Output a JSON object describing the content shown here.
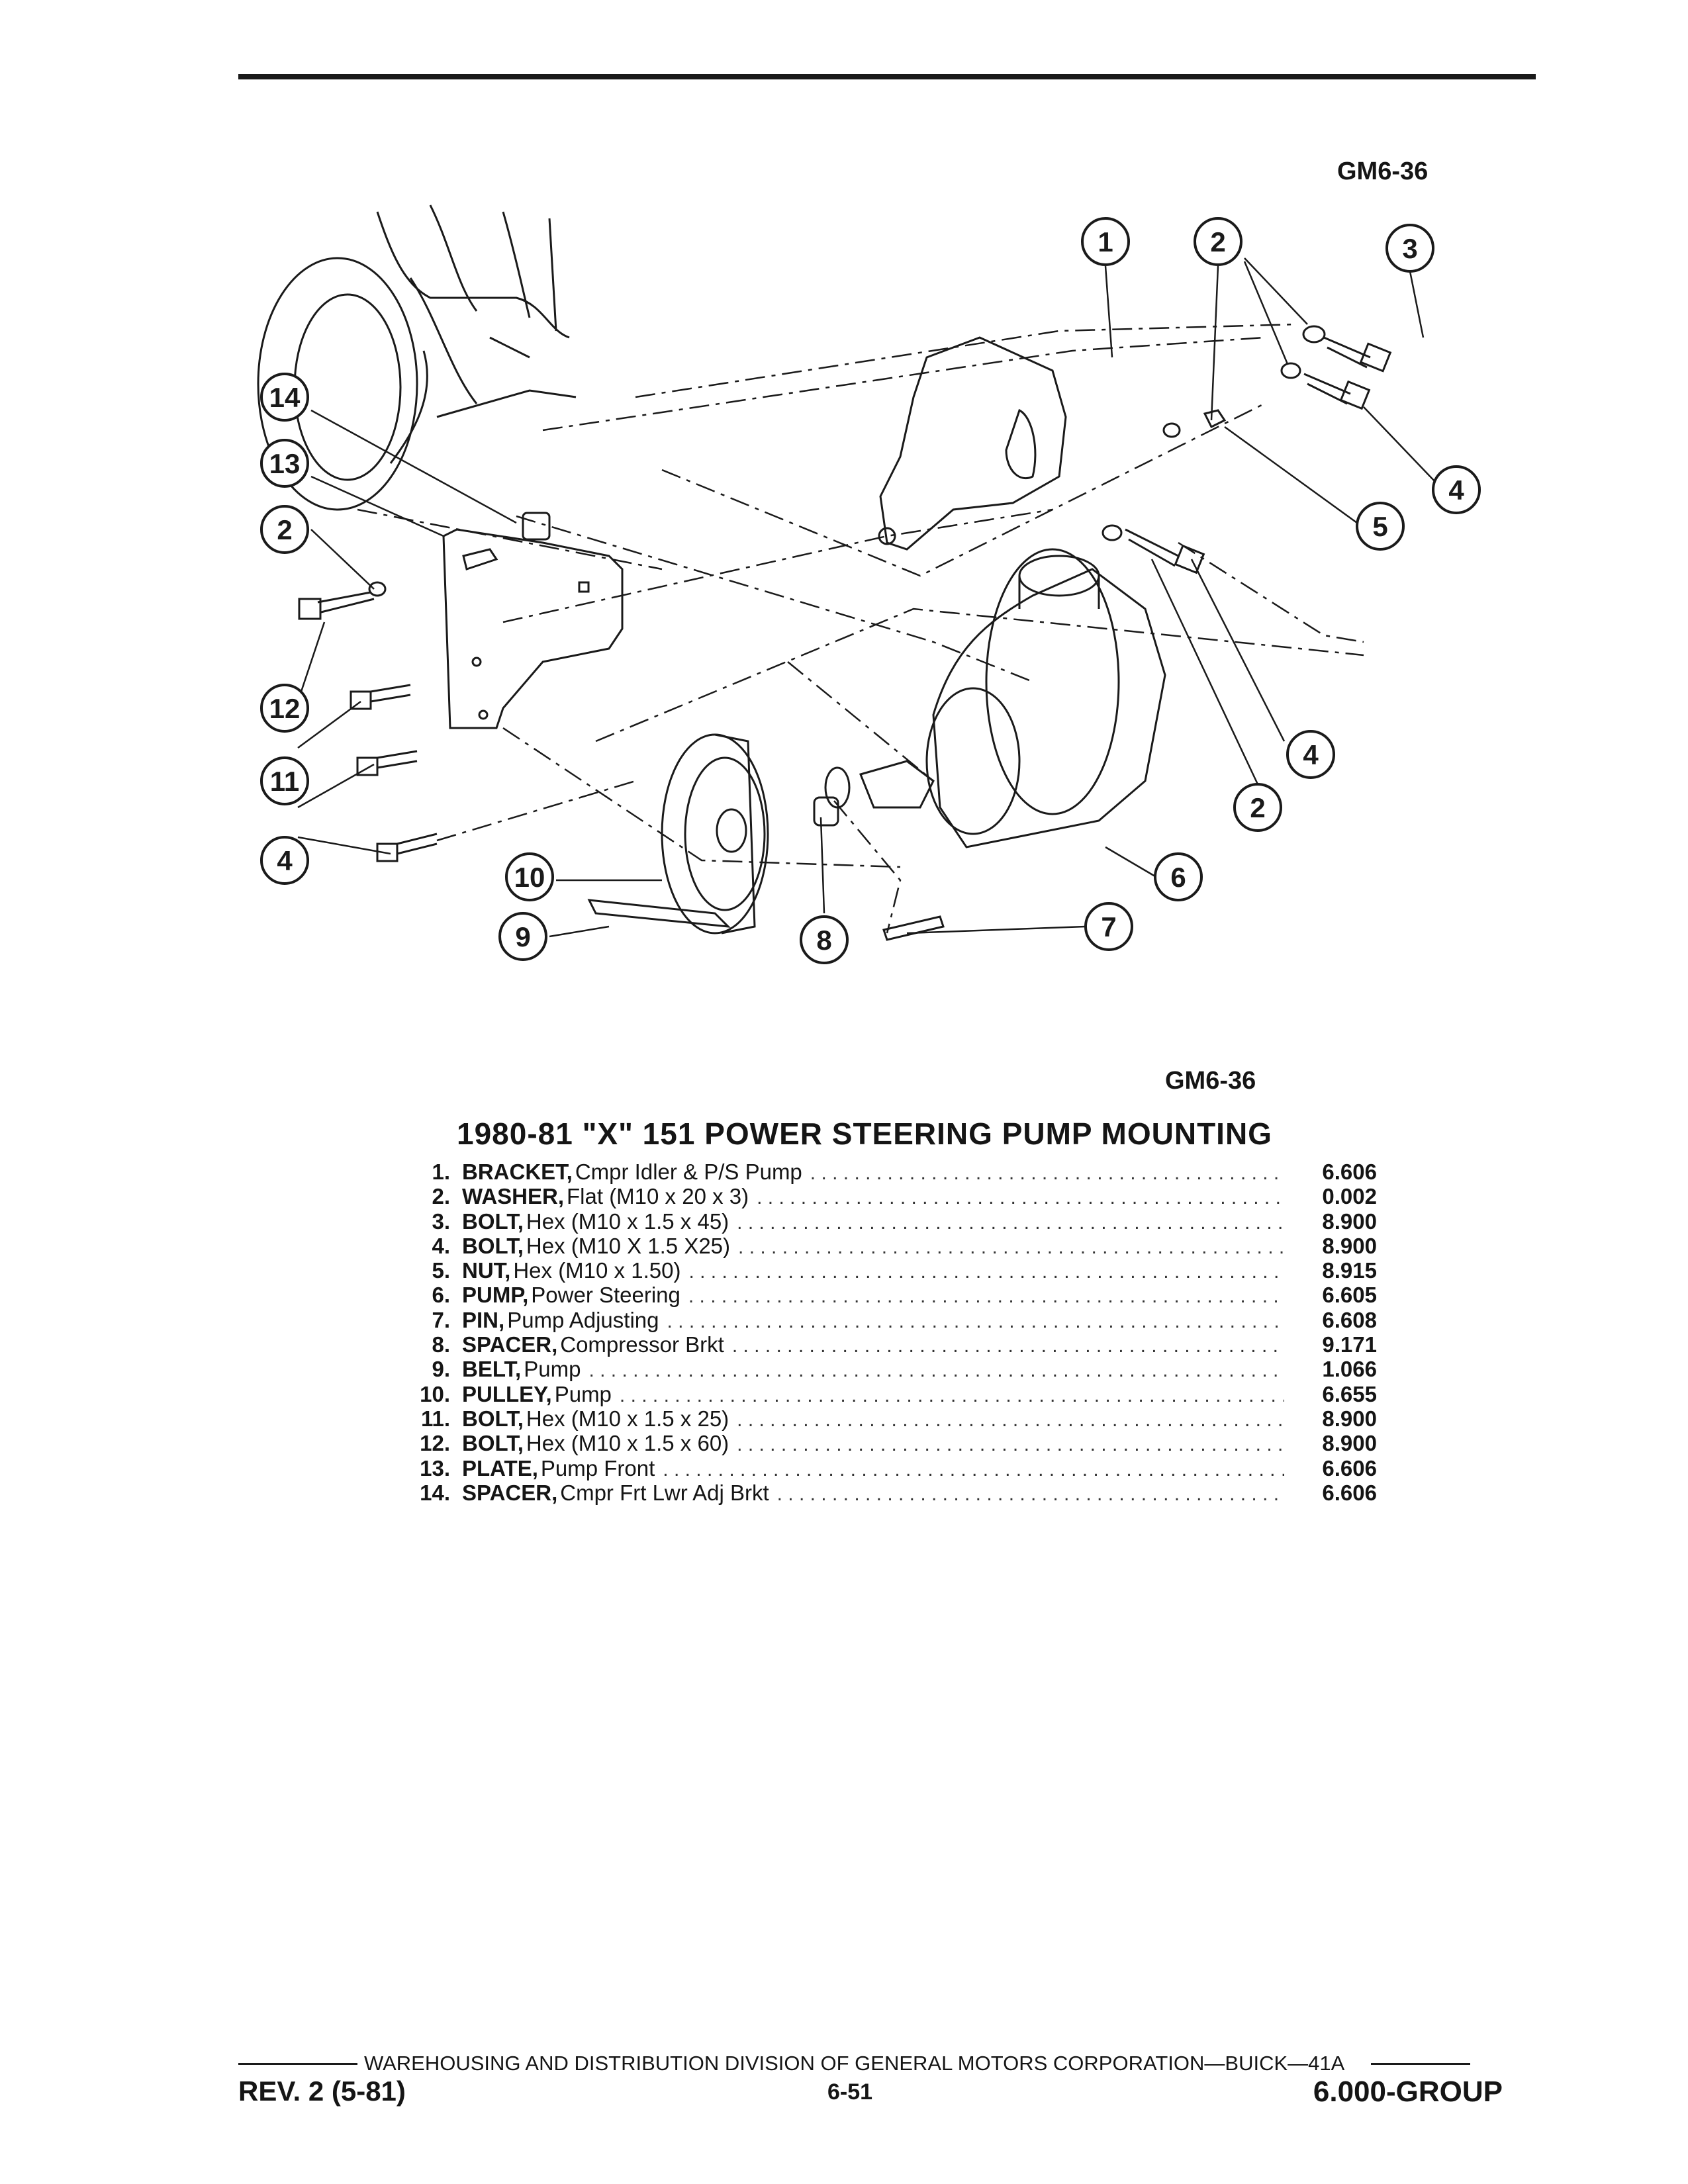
{
  "figure_code_top": "GM6-36",
  "figure_code_bottom": "GM6-36",
  "title": "1980-81 \"X\" 151 POWER STEERING PUMP MOUNTING",
  "callouts": [
    "1",
    "2",
    "3",
    "4",
    "5",
    "14",
    "13",
    "2",
    "12",
    "11",
    "4",
    "10",
    "9",
    "8",
    "7",
    "6",
    "2",
    "4"
  ],
  "parts": [
    {
      "num": "1.",
      "name": "BRACKET,",
      "desc": "Cmpr Idler & P/S Pump",
      "code": "6.606"
    },
    {
      "num": "2.",
      "name": "WASHER,",
      "desc": "Flat (M10 x 20 x 3)",
      "code": "0.002"
    },
    {
      "num": "3.",
      "name": "BOLT,",
      "desc": "Hex (M10 x 1.5 x 45)",
      "code": "8.900"
    },
    {
      "num": "4.",
      "name": "BOLT,",
      "desc": "Hex (M10 X 1.5 X25)",
      "code": "8.900"
    },
    {
      "num": "5.",
      "name": "NUT,",
      "desc": "Hex (M10 x 1.50)",
      "code": "8.915"
    },
    {
      "num": "6.",
      "name": "PUMP,",
      "desc": "Power Steering",
      "code": "6.605"
    },
    {
      "num": "7.",
      "name": "PIN,",
      "desc": "Pump Adjusting",
      "code": "6.608"
    },
    {
      "num": "8.",
      "name": "SPACER,",
      "desc": "Compressor Brkt",
      "code": "9.171"
    },
    {
      "num": "9.",
      "name": "BELT,",
      "desc": "Pump",
      "code": "1.066"
    },
    {
      "num": "10.",
      "name": "PULLEY,",
      "desc": "Pump",
      "code": "6.655"
    },
    {
      "num": "11.",
      "name": "BOLT,",
      "desc": "Hex (M10 x 1.5 x 25)",
      "code": "8.900"
    },
    {
      "num": "12.",
      "name": "BOLT,",
      "desc": "Hex (M10 x 1.5 x 60)",
      "code": "8.900"
    },
    {
      "num": "13.",
      "name": "PLATE,",
      "desc": "Pump Front",
      "code": "6.606"
    },
    {
      "num": "14.",
      "name": "SPACER,",
      "desc": "Cmpr Frt Lwr Adj Brkt",
      "code": "6.606"
    }
  ],
  "footer": {
    "division": "WAREHOUSING AND DISTRIBUTION  DIVISION OF GENERAL MOTORS CORPORATION—BUICK—41A",
    "rev": "REV. 2 (5-81)",
    "page": "6-51",
    "group": "6.000-GROUP"
  }
}
